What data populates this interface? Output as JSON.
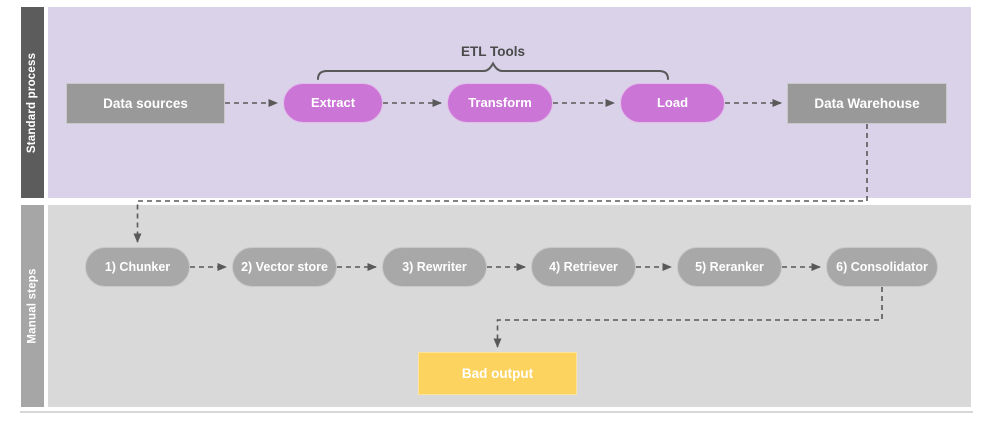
{
  "diagram": {
    "lanes": [
      {
        "label": "Standard process"
      },
      {
        "label": "Manual steps"
      }
    ],
    "bracket_label": "ETL Tools",
    "standard_nodes": [
      {
        "label": "Data sources"
      },
      {
        "label": "Extract"
      },
      {
        "label": "Transform"
      },
      {
        "label": "Load"
      },
      {
        "label": "Data Warehouse"
      }
    ],
    "manual_nodes": [
      {
        "label": "1) Chunker"
      },
      {
        "label": "2) Vector store"
      },
      {
        "label": "3) Rewriter"
      },
      {
        "label": "4) Retriever"
      },
      {
        "label": "5) Reranker"
      },
      {
        "label": "6) Consolidator"
      }
    ],
    "output_node": {
      "label": "Bad output"
    }
  },
  "colors": {
    "lane1_header": "#5c5c5c",
    "lane1_fill": "#d9d2e9",
    "lane2_header": "#a6a6a6",
    "lane2_fill": "#d9d9d9",
    "gray_node": "#999999",
    "purple_node": "#cb76d6",
    "gray_pill": "#a8a8a8",
    "yellow_node": "#fcd35f",
    "connector": "#595959"
  }
}
